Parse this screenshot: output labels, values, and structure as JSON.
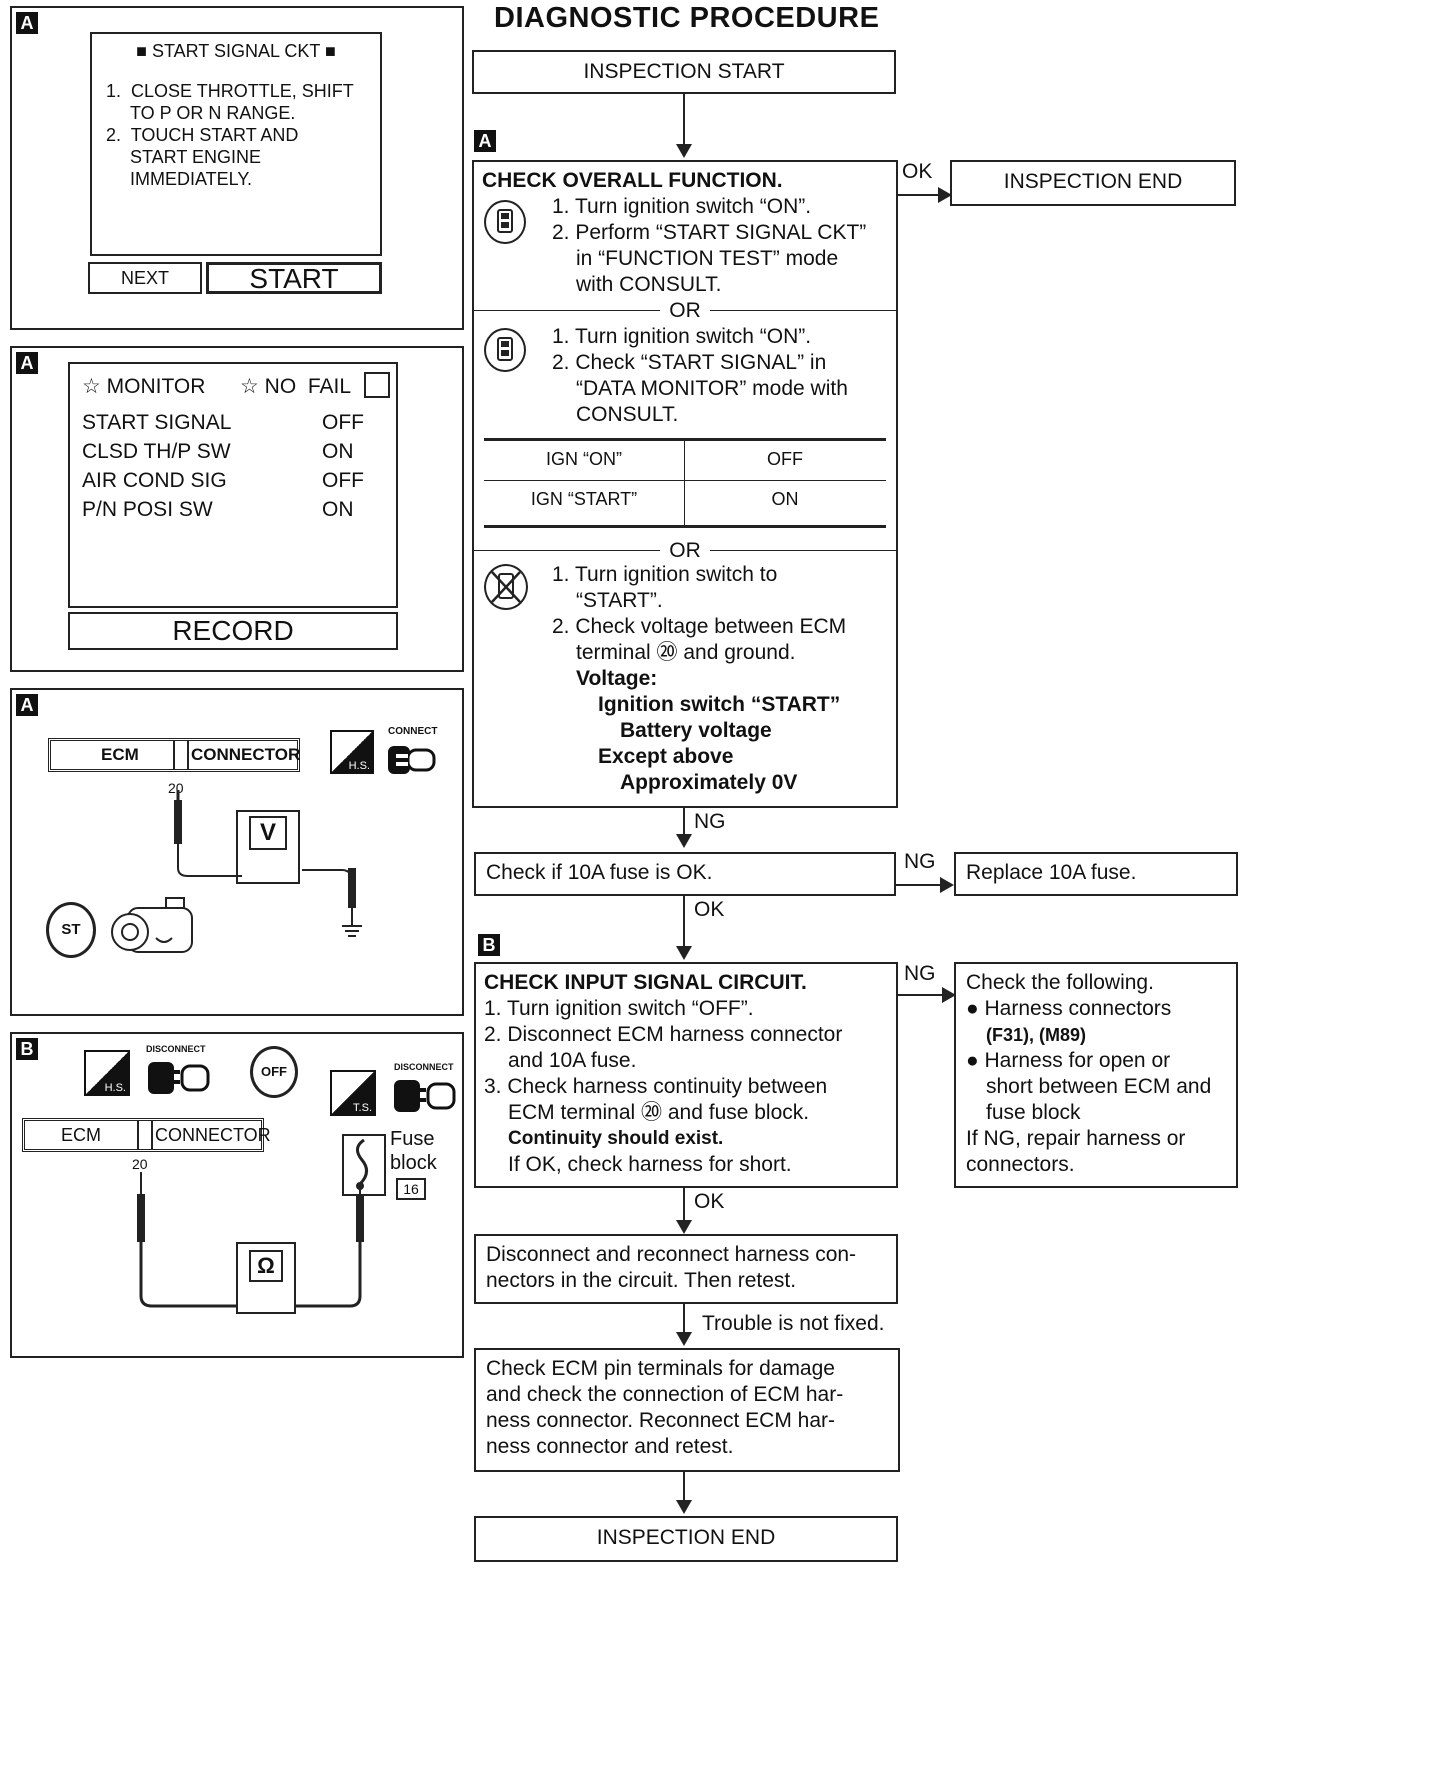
{
  "title": "DIAGNOSTIC PROCEDURE",
  "flow": {
    "inspection_start": "INSPECTION START",
    "tag_a1": "A",
    "check_overall": {
      "heading": "CHECK OVERALL FUNCTION.",
      "m1": [
        "1. Turn ignition switch “ON”.",
        "2. Perform “START SIGNAL CKT”",
        "in “FUNCTION TEST” mode",
        "with CONSULT."
      ],
      "or1": "OR",
      "m2": [
        "1. Turn ignition switch “ON”.",
        "2. Check “START SIGNAL” in",
        "“DATA MONITOR” mode with",
        "CONSULT."
      ],
      "table": [
        [
          "IGN “ON”",
          "OFF"
        ],
        [
          "IGN “START”",
          "ON"
        ]
      ],
      "or2": "OR",
      "m3": [
        "1. Turn ignition switch to",
        "“START”.",
        "2. Check voltage between ECM",
        "terminal ⑳ and ground."
      ],
      "voltage": "Voltage:",
      "v1": "Ignition switch “START”",
      "v2": "Battery voltage",
      "v3": "Except above",
      "v4": "Approximately 0V"
    },
    "ok1": "OK",
    "inspection_end_1": "INSPECTION END",
    "ng1": "NG",
    "fuse_check": "Check if 10A fuse is OK.",
    "ng2": "NG",
    "replace_fuse": "Replace 10A fuse.",
    "ok2": "OK",
    "tag_b1": "B",
    "input_check": {
      "heading": "CHECK INPUT SIGNAL CIRCUIT.",
      "lines": [
        "1. Turn ignition switch “OFF”.",
        "2. Disconnect ECM harness connector",
        "and 10A fuse.",
        "3. Check harness continuity between",
        "ECM terminal ⑳ and fuse block."
      ],
      "bold": "Continuity should exist.",
      "last": "If OK, check harness for short."
    },
    "ng3": "NG",
    "check_following": {
      "l1": "Check the following.",
      "l2": "● Harness connectors",
      "l3": "(F31), (M89)",
      "l4": "● Harness for open or",
      "l5": "short between ECM and",
      "l6": "fuse block",
      "l7": "If NG, repair harness or",
      "l8": "connectors."
    },
    "ok3": "OK",
    "reconnect": [
      "Disconnect and reconnect harness con-",
      "nectors in the circuit. Then retest."
    ],
    "trouble": "Trouble is not fixed.",
    "ecm_pins": [
      "Check ECM pin terminals for damage",
      "and check the connection of ECM har-",
      "ness connector. Reconnect ECM har-",
      "ness connector and retest."
    ],
    "inspection_end_2": "INSPECTION END"
  },
  "panel1": {
    "tag": "A",
    "header": "■ START SIGNAL CKT ■",
    "lines": [
      "1.  CLOSE THROTTLE, SHIFT",
      "TO P OR N RANGE.",
      "2.  TOUCH START AND",
      "START ENGINE",
      "IMMEDIATELY."
    ],
    "next": "NEXT",
    "start": "START"
  },
  "panel2": {
    "tag": "A",
    "monitor": "☆ MONITOR",
    "nofail": "☆ NO  FAIL",
    "rows": [
      [
        "START SIGNAL",
        "OFF"
      ],
      [
        "CLSD TH/P SW",
        "ON"
      ],
      [
        "AIR COND SIG",
        "OFF"
      ],
      [
        "P/N POSI SW",
        "ON"
      ]
    ],
    "record": "RECORD"
  },
  "panel3": {
    "tag": "A",
    "ecm": "ECM",
    "connector": "CONNECTOR",
    "pin": "20",
    "connect": "CONNECT",
    "hs": "H.S.",
    "meter": "V",
    "st": "ST"
  },
  "panel4": {
    "tag": "B",
    "ecm": "ECM",
    "connector": "CONNECTOR",
    "pin": "20",
    "disconnect1": "DISCONNECT",
    "disconnect2": "DISCONNECT",
    "hs": "H.S.",
    "ts": "T.S.",
    "off": "OFF",
    "fuse": "Fuse",
    "block": "block",
    "num": "16",
    "meter": "Ω"
  }
}
